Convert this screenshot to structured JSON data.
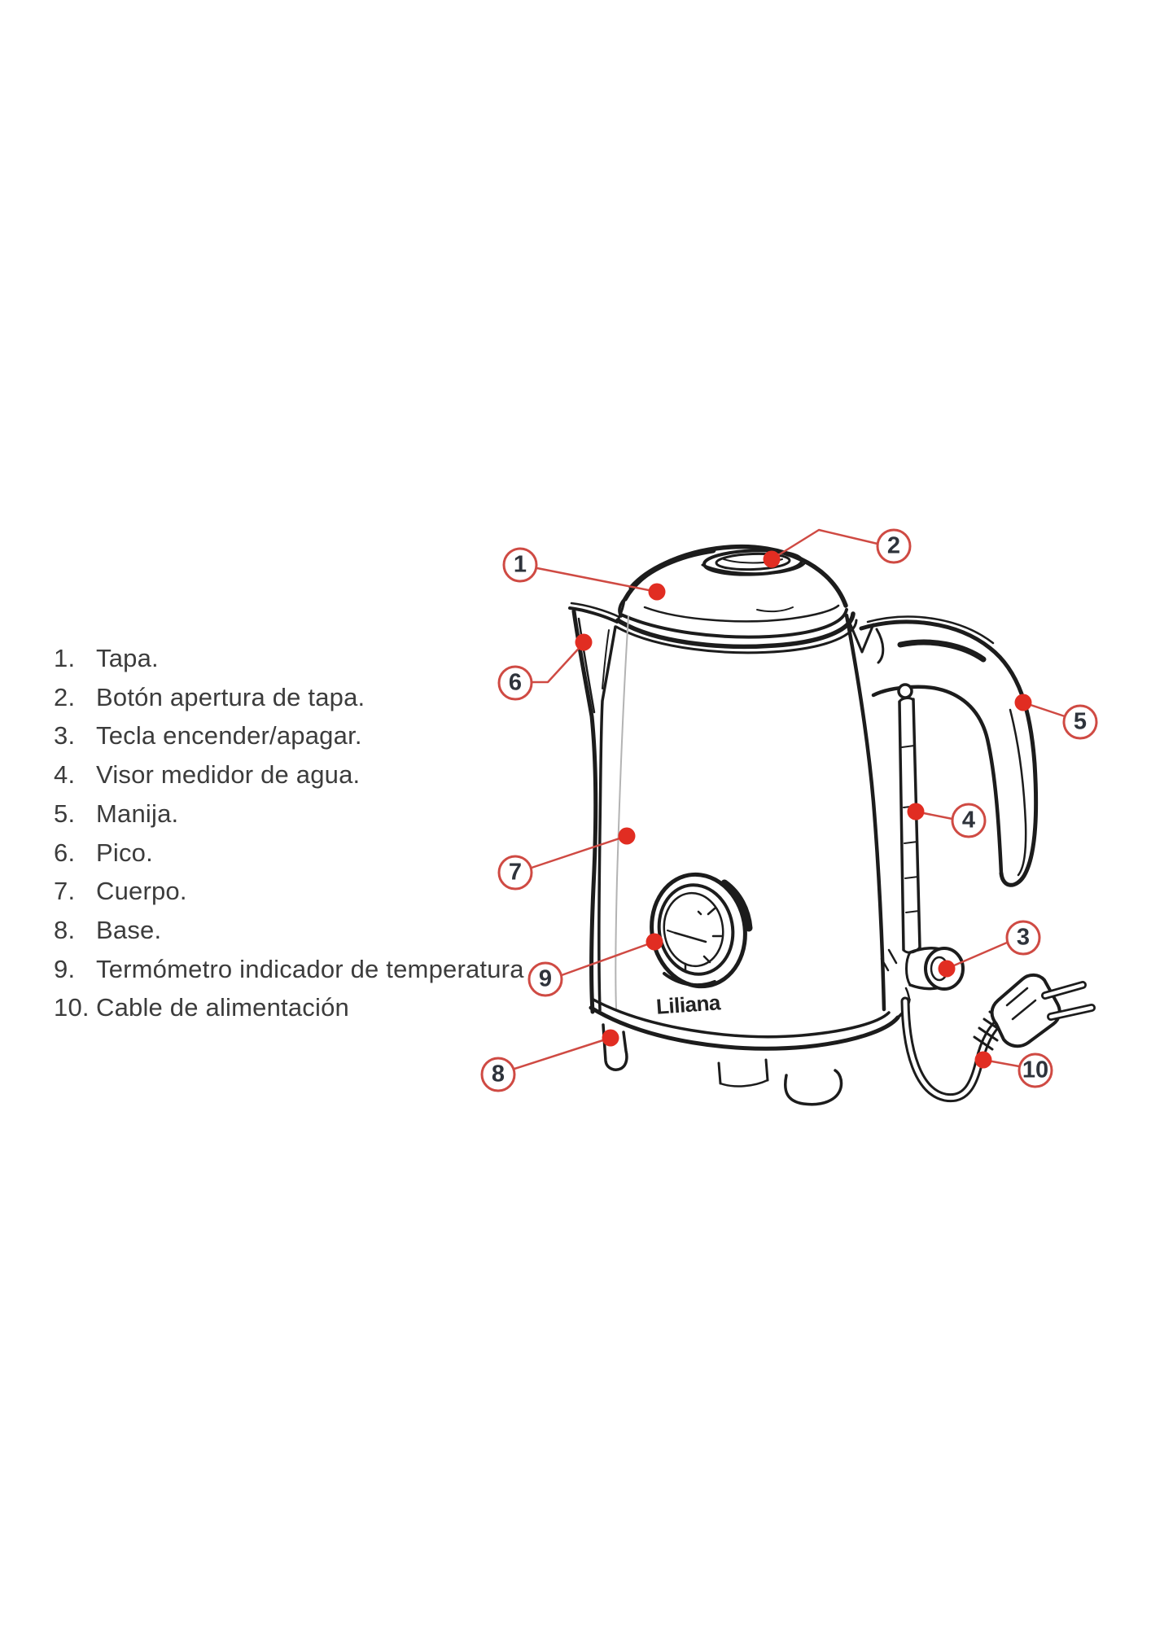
{
  "page": {
    "background": "#ffffff"
  },
  "colors": {
    "accent_red": "#cf4a43",
    "dot_red": "#e12d22",
    "ink": "#1c1c1c",
    "text": "#3c3c3c"
  },
  "parts_list": {
    "items": [
      {
        "num": "1.",
        "label": "Tapa."
      },
      {
        "num": "2.",
        "label": "Botón apertura de tapa."
      },
      {
        "num": "3.",
        "label": "Tecla encender/apagar."
      },
      {
        "num": "4.",
        "label": "Visor medidor de agua."
      },
      {
        "num": "5.",
        "label": "Manija."
      },
      {
        "num": "6.",
        "label": "Pico."
      },
      {
        "num": "7.",
        "label": "Cuerpo."
      },
      {
        "num": "8.",
        "label": "Base."
      },
      {
        "num": "9.",
        "label": "Termómetro indicador de temperatura"
      },
      {
        "num": "10.",
        "label": "Cable de alimentación"
      }
    ]
  },
  "diagram": {
    "brand_label": "Liliana",
    "callouts": [
      {
        "n": "1"
      },
      {
        "n": "2"
      },
      {
        "n": "3"
      },
      {
        "n": "4"
      },
      {
        "n": "5"
      },
      {
        "n": "6"
      },
      {
        "n": "7"
      },
      {
        "n": "8"
      },
      {
        "n": "9"
      },
      {
        "n": "10"
      }
    ]
  }
}
